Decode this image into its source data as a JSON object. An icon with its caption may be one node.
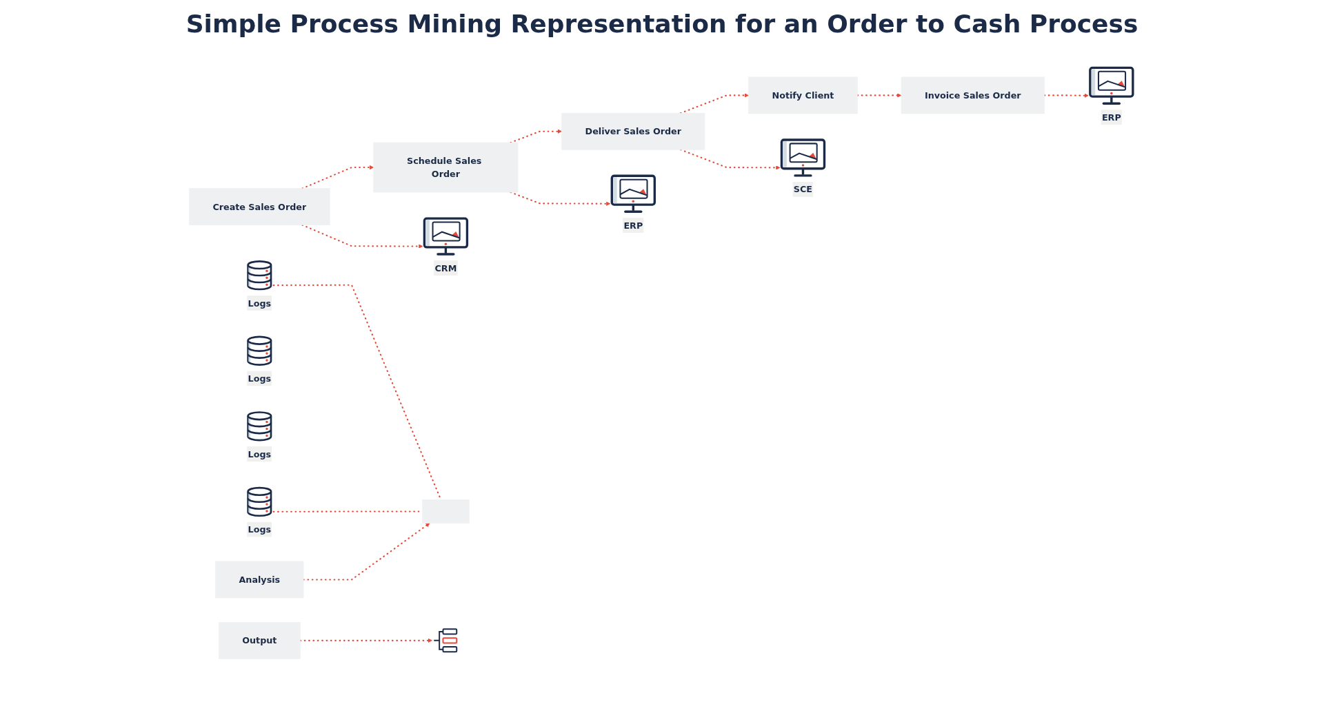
{
  "diagram": {
    "title": "Simple Process Mining Representation for an Order to Cash Process",
    "nodes": [
      {
        "text": [
          "Create Sales Order"
        ]
      },
      {
        "text": [
          "Schedule Sales Order"
        ]
      },
      {
        "text": [
          "Deliver Sales Order"
        ]
      },
      {
        "text": [
          "Notify Client"
        ]
      },
      {
        "text": [
          "Invoice Sales Order"
        ]
      },
      {
        "text": [
          "CRM"
        ]
      },
      {
        "text": [
          "ERP"
        ]
      },
      {
        "text": [
          "SCE"
        ]
      },
      {
        "text": [
          "ERP"
        ]
      },
      {
        "text": [
          "Logs"
        ]
      },
      {
        "text": [
          "Logs"
        ]
      },
      {
        "text": [
          "Logs"
        ]
      },
      {
        "text": [
          "Logs"
        ]
      },
      {
        "text": [],
        "shape": "box"
      },
      {
        "text": [
          "Analysis"
        ]
      },
      {
        "text": [],
        "shape": "picture"
      },
      {
        "text": [
          "Output"
        ]
      }
    ],
    "edges": [
      {
        "from": 0,
        "to": 1,
        "arrow": "to",
        "style": "dashed"
      },
      {
        "from": 1,
        "to": 2,
        "arrow": "to",
        "style": "dashed"
      },
      {
        "from": 2,
        "to": 3,
        "arrow": "to",
        "style": "dashed"
      },
      {
        "from": 3,
        "to": 4,
        "arrow": "to",
        "style": "dashed"
      },
      {
        "from": 0,
        "to": 5,
        "arrow": "to",
        "style": "dashed"
      },
      {
        "from": 1,
        "to": 6,
        "arrow": "to",
        "style": "dashed"
      },
      {
        "from": 2,
        "to": 7,
        "arrow": "to",
        "style": "dashed"
      },
      {
        "from": 4,
        "to": 8,
        "arrow": "to",
        "style": "dashed"
      },
      {
        "from": 9,
        "to": 13,
        "arrow": "none",
        "style": "dashed"
      },
      {
        "from": 12,
        "to": 13,
        "arrow": "none",
        "style": "dashed"
      },
      {
        "from": 14,
        "to": 13,
        "arrow": "to",
        "style": "dashed"
      },
      {
        "from": 16,
        "to": 15,
        "arrow": "to",
        "style": "dashed"
      }
    ]
  }
}
